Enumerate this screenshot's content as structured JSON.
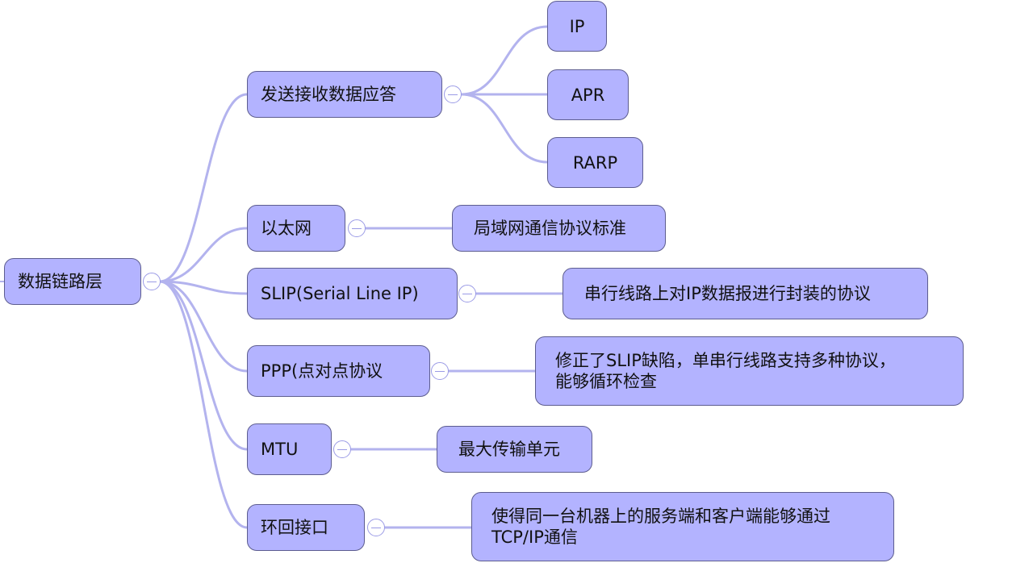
{
  "root": {
    "label": "数据链路层"
  },
  "branches": [
    {
      "label": "发送接收数据应答",
      "children": [
        "IP",
        "APR",
        "RARP"
      ]
    },
    {
      "label": "以太网",
      "note": "局域网通信协议标准"
    },
    {
      "label": "SLIP(Serial Line IP)",
      "note": "串行线路上对IP数据报进行封装的协议"
    },
    {
      "label": "PPP(点对点协议",
      "note_line1": "修正了SLIP缺陷，单串行线路支持多种协议，",
      "note_line2": "能够循环检查"
    },
    {
      "label": "MTU",
      "note": "最大传输单元"
    },
    {
      "label": "环回接口",
      "note_line1": "使得同一台机器上的服务端和客户端能够通过",
      "note_line2": "TCP/IP通信"
    }
  ],
  "colors": {
    "node_fill": "#b3b3ff",
    "node_border": "#5d5d8f",
    "connector": "#b3b3ee",
    "toggle": "#9b9be6"
  }
}
